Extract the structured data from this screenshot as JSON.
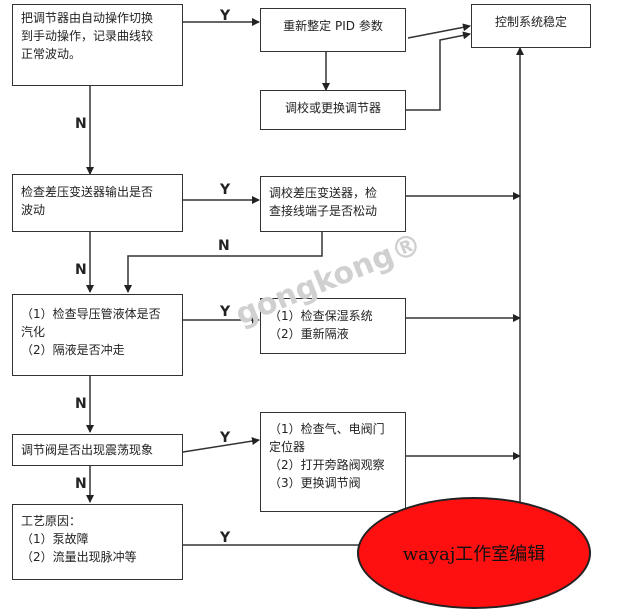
{
  "boxes": {
    "b1": {
      "lines": [
        "把调节器由自动操作切换",
        "到手动操作，记录曲线较",
        "正常波动。"
      ]
    },
    "b2": {
      "lines": [
        "重新整定 PID 参数"
      ]
    },
    "b3": {
      "lines": [
        "调校或更换调节器"
      ]
    },
    "b4": {
      "lines": [
        "控制系统稳定"
      ]
    },
    "b5": {
      "lines": [
        "检查差压变送器输出是否",
        "波动"
      ]
    },
    "b6": {
      "lines": [
        "调校差压变送器，检",
        "查接线端子是否松动"
      ]
    },
    "b7": {
      "lines": [
        "（1）检查导压管液体是否",
        "汽化",
        "（2）隔液是否冲走"
      ]
    },
    "b8": {
      "lines": [
        "（1）检查保湿系统",
        "（2）重新隔液"
      ]
    },
    "b9": {
      "lines": [
        "调节阀是否出现震荡现象"
      ]
    },
    "b10": {
      "lines": [
        "（1）检查气、电阀门",
        "定位器",
        "（2）打开旁路阀观察",
        "（3）更换调节阀"
      ]
    },
    "b11": {
      "lines": [
        "工艺原因：",
        "（1）泵故障",
        "（2）流量出现脉冲等"
      ]
    }
  },
  "labels": {
    "yes": "Y",
    "no": "N"
  },
  "watermark": "gongkong®",
  "stamp": "wayaj工作室编辑"
}
